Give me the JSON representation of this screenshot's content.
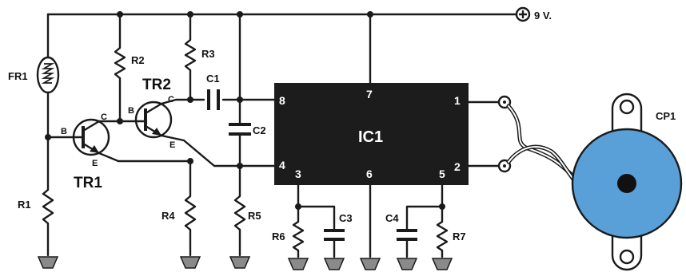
{
  "supply_label": "9 V.",
  "ic": {
    "name": "IC1",
    "pins": {
      "p1": "1",
      "p2": "2",
      "p3": "3",
      "p4": "4",
      "p5": "5",
      "p6": "6",
      "p7": "7",
      "p8": "8"
    }
  },
  "components": {
    "fr1": "FR1",
    "r1": "R1",
    "r2": "R2",
    "r3": "R3",
    "r4": "R4",
    "r5": "R5",
    "r6": "R6",
    "r7": "R7",
    "c1": "C1",
    "c2": "C2",
    "c3": "C3",
    "c4": "C4",
    "tr1": "TR1",
    "tr2": "TR2",
    "cp1": "CP1"
  },
  "transistor_terminals": {
    "base": "B",
    "collector": "C",
    "emitter": "E"
  },
  "colors": {
    "ic_body": "#1c1c1c",
    "buzzer": "#5aa0d8",
    "ground": "#8a8a8a"
  }
}
